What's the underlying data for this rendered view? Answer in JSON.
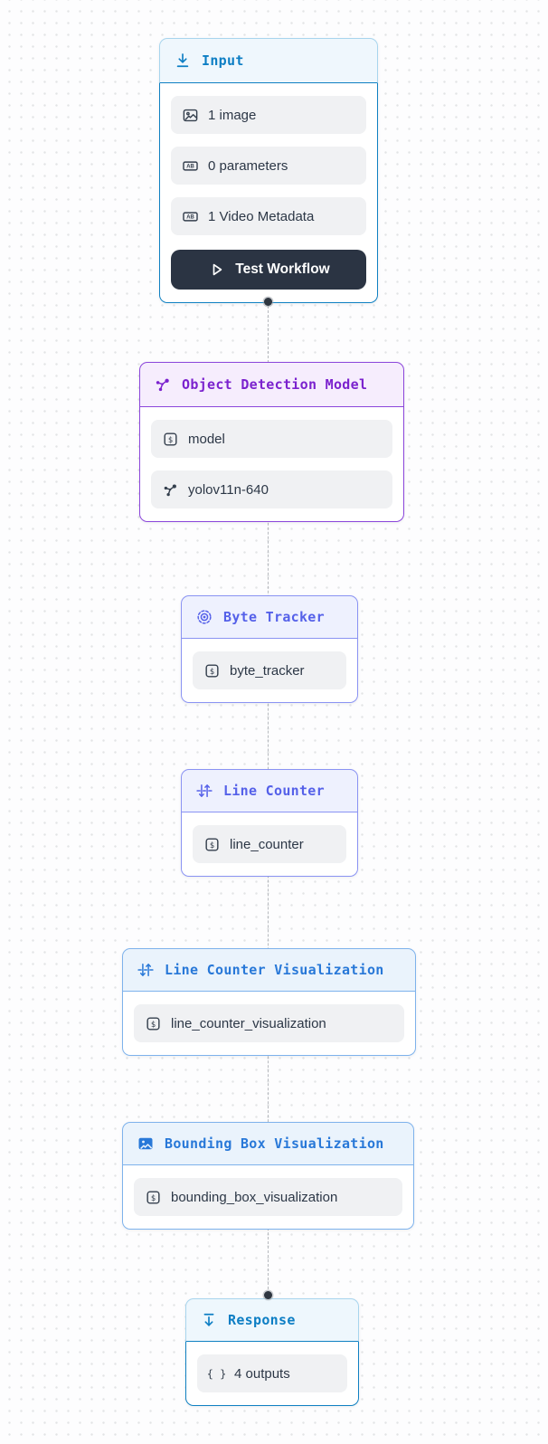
{
  "canvas": {
    "background": "#fdfdfe",
    "grid_dot_color": "#e3e4e6",
    "connector_color": "#b7babf",
    "connector_style": "dashed",
    "connection_dot_color": "#2e3640"
  },
  "nodes": {
    "input": {
      "title": "Input",
      "icon": "download-icon",
      "accent": "#0d7ec4",
      "header_bg": "#eff7fd",
      "border": "#0f80c2",
      "rows": [
        {
          "icon": "image-icon",
          "label": "1 image"
        },
        {
          "icon": "parameters-icon",
          "label": "0 parameters"
        },
        {
          "icon": "parameters-icon",
          "label": "1 Video Metadata"
        }
      ],
      "button": {
        "icon": "play-icon",
        "label": "Test Workflow",
        "bg": "#2b3443",
        "color": "#ffffff"
      }
    },
    "object_detection_model": {
      "title": "Object Detection Model",
      "icon": "model-graph-icon",
      "accent": "#7b22ce",
      "header_bg": "#f6edfd",
      "border": "#8b46db",
      "rows": [
        {
          "icon": "dollar-param-icon",
          "label": "model"
        },
        {
          "icon": "model-graph-icon",
          "label": "yolov11n-640"
        }
      ]
    },
    "byte_tracker": {
      "title": "Byte Tracker",
      "icon": "target-icon",
      "accent": "#5561e9",
      "header_bg": "#eef1fe",
      "border": "#8a93f3",
      "rows": [
        {
          "icon": "dollar-param-icon",
          "label": "byte_tracker"
        }
      ]
    },
    "line_counter": {
      "title": "Line Counter",
      "icon": "line-cross-arrows-icon",
      "accent": "#5561e9",
      "header_bg": "#eef1fe",
      "border": "#8a93f3",
      "rows": [
        {
          "icon": "dollar-param-icon",
          "label": "line_counter"
        }
      ]
    },
    "line_counter_visualization": {
      "title": "Line Counter Visualization",
      "icon": "line-cross-arrows-icon",
      "accent": "#2878d8",
      "header_bg": "#eaf3fc",
      "border": "#7eb2ec",
      "rows": [
        {
          "icon": "dollar-param-icon",
          "label": "line_counter_visualization"
        }
      ]
    },
    "bounding_box_visualization": {
      "title": "Bounding Box Visualization",
      "icon": "image-filled-icon",
      "accent": "#2878d8",
      "header_bg": "#eaf3fc",
      "border": "#7eb2ec",
      "rows": [
        {
          "icon": "dollar-param-icon",
          "label": "bounding_box_visualization"
        }
      ]
    },
    "response": {
      "title": "Response",
      "icon": "arrow-down-from-line-icon",
      "accent": "#0d7ec4",
      "header_bg": "#eef7fd",
      "border": "#0f80c2",
      "rows": [
        {
          "icon": "braces-icon",
          "label": "4 outputs"
        }
      ]
    }
  }
}
